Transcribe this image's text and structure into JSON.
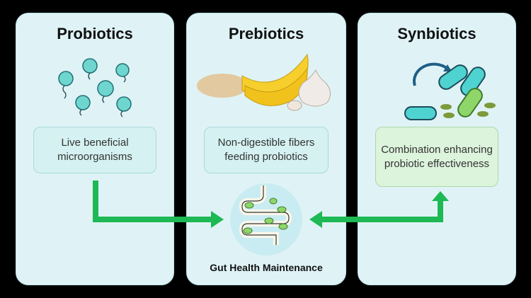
{
  "panels": [
    {
      "title": "Probiotics",
      "description": "Live beneficial microorganisms",
      "icon": "smiling-bacteria-icon"
    },
    {
      "title": "Prebiotics",
      "description": "Non-digestible fibers feeding probiotics",
      "icon": "oats-banana-garlic-icon"
    },
    {
      "title": "Synbiotics",
      "description": "Combination enhancing probiotic effectiveness",
      "icon": "bacteria-cycle-icon"
    }
  ],
  "center": {
    "label": "Gut Health Maintenance",
    "icon": "intestine-icon"
  },
  "colors": {
    "arrow": "#1db954",
    "panel": "#dff3f6",
    "background": "#000000"
  }
}
